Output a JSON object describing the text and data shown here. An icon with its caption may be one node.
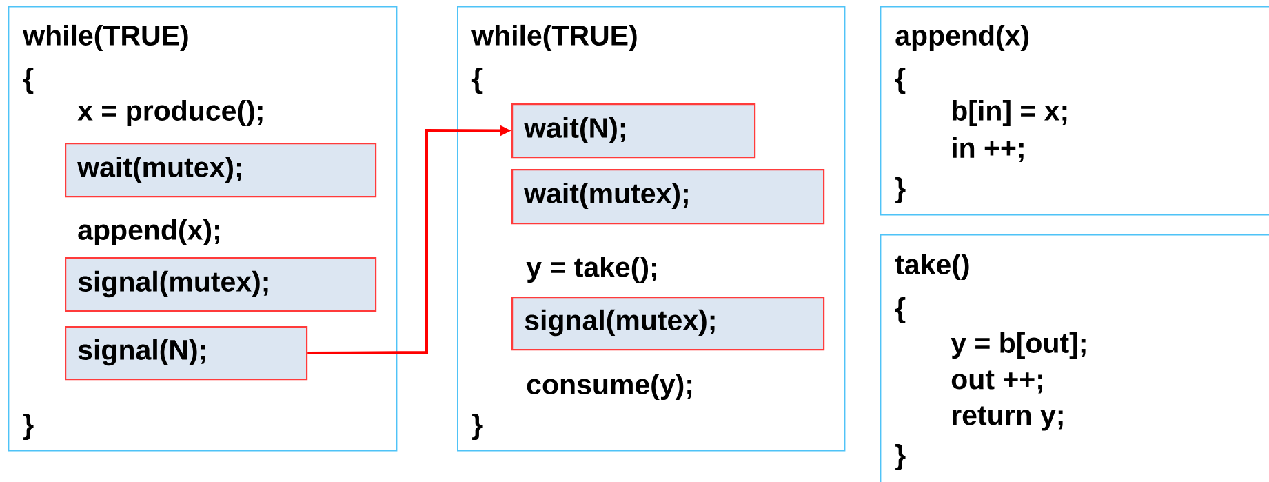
{
  "diagram": {
    "nodes": [
      {
        "text": [
          "while(TRUE)",
          "{",
          "x = produce();",
          "append(x);",
          "}"
        ]
      },
      {
        "text": [
          "wait(mutex);"
        ],
        "in": 0
      },
      {
        "text": [
          "signal(mutex);"
        ],
        "in": 0
      },
      {
        "text": [
          "signal(N);"
        ],
        "in": 0
      },
      {
        "text": [
          "while(TRUE)",
          "{",
          "y = take();",
          "consume(y);",
          "}"
        ]
      },
      {
        "text": [
          "wait(N);"
        ],
        "in": 4
      },
      {
        "text": [
          "wait(mutex);"
        ],
        "in": 4
      },
      {
        "text": [
          "signal(mutex);"
        ],
        "in": 4
      },
      {
        "text": [
          "append(x)",
          "{",
          "b[in] = x;",
          "in ++;",
          "}"
        ]
      },
      {
        "text": [
          "take()",
          "{",
          "y = b[out];",
          "out ++;",
          "return y;",
          "}"
        ]
      }
    ],
    "edges": [
      {
        "from": 3,
        "to": 5,
        "arrow": "to",
        "color": "#ff0000"
      }
    ]
  }
}
